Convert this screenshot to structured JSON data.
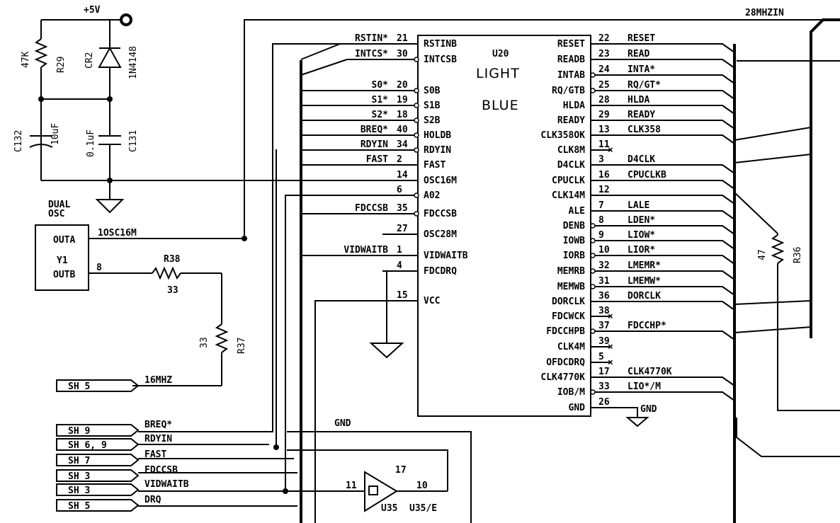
{
  "power": {
    "vcc_label": "+5V",
    "gnd_label": "GND"
  },
  "components": {
    "r29": {
      "ref": "R29",
      "value": "47K"
    },
    "cr2": {
      "ref": "CR2",
      "value": "1N4148"
    },
    "c132": {
      "ref": "C132",
      "value": "10uF"
    },
    "c131": {
      "ref": "C131",
      "value": "0.1uF"
    },
    "osc": {
      "title_line1": "DUAL",
      "title_line2": "OSC",
      "ref": "Y1",
      "pin_a": "OUTA",
      "pin_b": "OUTB",
      "pin_b_num": "8",
      "net_a": "1OSC16M"
    },
    "r38": {
      "ref": "R38",
      "value": "33"
    },
    "r37": {
      "ref": "R37",
      "value": "33"
    },
    "r36": {
      "ref": "R36",
      "value": "47"
    },
    "u35": {
      "ref": "U35",
      "unit": "U35/E",
      "pin_in": "11",
      "pin_out": "10",
      "pin_top": "17"
    }
  },
  "chip": {
    "ref": "U20",
    "name_line1": "LIGHT",
    "name_line2": "BLUE",
    "left_pins": [
      {
        "net": "RSTIN*",
        "num": "21",
        "pin": "RSTINB"
      },
      {
        "net": "INTCS*",
        "num": "30",
        "pin": "INTCSB"
      },
      {
        "net": "S0*",
        "num": "20",
        "pin": "S0B"
      },
      {
        "net": "S1*",
        "num": "19",
        "pin": "S1B"
      },
      {
        "net": "S2*",
        "num": "18",
        "pin": "S2B"
      },
      {
        "net": "BREQ*",
        "num": "40",
        "pin": "HOLDB"
      },
      {
        "net": "RDYIN",
        "num": "34",
        "pin": "RDYIN"
      },
      {
        "net": "FAST",
        "num": "2",
        "pin": "FAST"
      },
      {
        "net": "",
        "num": "14",
        "pin": "OSC16M"
      },
      {
        "net": "",
        "num": "6",
        "pin": "A02"
      },
      {
        "net": "FDCCSB",
        "num": "35",
        "pin": "FDCCSB"
      },
      {
        "net": "",
        "num": "27",
        "pin": "OSC28M"
      },
      {
        "net": "VIDWAITB",
        "num": "1",
        "pin": "VIDWAITB"
      },
      {
        "net": "",
        "num": "4",
        "pin": "FDCDRQ"
      },
      {
        "net": "",
        "num": "15",
        "pin": "VCC"
      }
    ],
    "right_pins": [
      {
        "pin": "RESET",
        "num": "22",
        "net": "RESET"
      },
      {
        "pin": "READB",
        "num": "23",
        "net": "READ"
      },
      {
        "pin": "INTAB",
        "num": "24",
        "net": "INTA*"
      },
      {
        "pin": "RQ/GTB",
        "num": "25",
        "net": "RQ/GT*"
      },
      {
        "pin": "HLDA",
        "num": "28",
        "net": "HLDA"
      },
      {
        "pin": "READY",
        "num": "29",
        "net": "READY"
      },
      {
        "pin": "CLK358OK",
        "num": "13",
        "net": "CLK358"
      },
      {
        "pin": "CLK8M",
        "num": "11",
        "net": ""
      },
      {
        "pin": "D4CLK",
        "num": "3",
        "net": "D4CLK"
      },
      {
        "pin": "CPUCLK",
        "num": "16",
        "net": "CPUCLKB"
      },
      {
        "pin": "CLK14M",
        "num": "12",
        "net": ""
      },
      {
        "pin": "ALE",
        "num": "7",
        "net": "LALE"
      },
      {
        "pin": "DENB",
        "num": "8",
        "net": "LDEN*"
      },
      {
        "pin": "IOWB",
        "num": "9",
        "net": "LIOW*"
      },
      {
        "pin": "IORB",
        "num": "10",
        "net": "LIOR*"
      },
      {
        "pin": "MEMRB",
        "num": "32",
        "net": "LMEMR*"
      },
      {
        "pin": "MEMWB",
        "num": "31",
        "net": "LMEMW*"
      },
      {
        "pin": "DORCLK",
        "num": "36",
        "net": "DORCLK"
      },
      {
        "pin": "FDCWCK",
        "num": "38",
        "net": ""
      },
      {
        "pin": "FDCCHPB",
        "num": "37",
        "net": "FDCCHP*"
      },
      {
        "pin": "CLK4M",
        "num": "39",
        "net": ""
      },
      {
        "pin": "OFDCDRQ",
        "num": "5",
        "net": ""
      },
      {
        "pin": "CLK4770K",
        "num": "17",
        "net": "CLK4770K"
      },
      {
        "pin": "IOB/M",
        "num": "33",
        "net": "LIO*/M"
      },
      {
        "pin": "GND",
        "num": "26",
        "net": ""
      }
    ]
  },
  "top_net": "28MHZIN",
  "off_sheet": [
    {
      "sheet": "SH 5",
      "net": "16MHZ"
    },
    {
      "sheet": "SH 9",
      "net": "BREQ*"
    },
    {
      "sheet": "SH 6, 9",
      "net": "RDYIN"
    },
    {
      "sheet": "SH 7",
      "net": "FAST"
    },
    {
      "sheet": "SH 3",
      "net": "FDCCSB"
    },
    {
      "sheet": "SH 3",
      "net": "VIDWAITB"
    },
    {
      "sheet": "SH 5",
      "net": "DRQ"
    }
  ],
  "misc": {
    "gnd_wire_label": "GND",
    "gnd_chip_label": "GND"
  }
}
